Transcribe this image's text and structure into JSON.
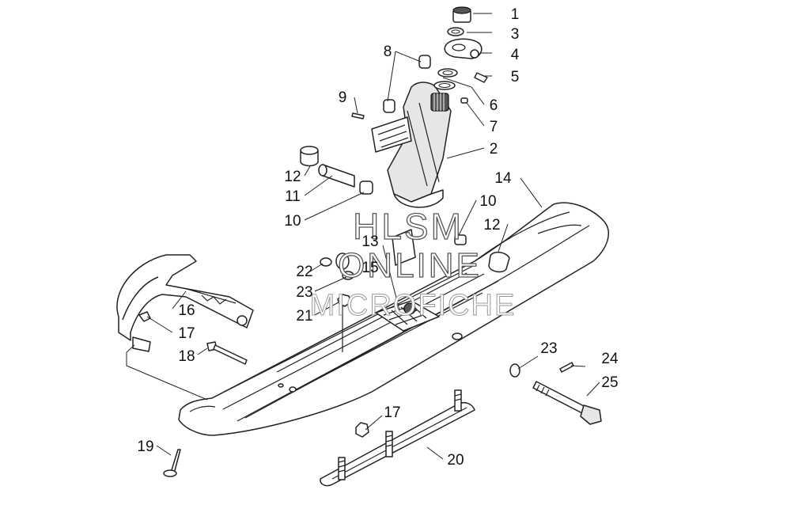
{
  "watermark": {
    "line1": "HLSM",
    "line2": "ONLINE",
    "line3": "MICROFICHE"
  },
  "callouts": [
    {
      "id": "c1",
      "label": "1"
    },
    {
      "id": "c3",
      "label": "3"
    },
    {
      "id": "c4",
      "label": "4"
    },
    {
      "id": "c5",
      "label": "5"
    },
    {
      "id": "c6",
      "label": "6"
    },
    {
      "id": "c7",
      "label": "7"
    },
    {
      "id": "c2",
      "label": "2"
    },
    {
      "id": "c8",
      "label": "8"
    },
    {
      "id": "c9",
      "label": "9"
    },
    {
      "id": "c14",
      "label": "14"
    },
    {
      "id": "c12a",
      "label": "12"
    },
    {
      "id": "c11",
      "label": "11"
    },
    {
      "id": "c10a",
      "label": "10"
    },
    {
      "id": "c10b",
      "label": "10"
    },
    {
      "id": "c12b",
      "label": "12"
    },
    {
      "id": "c13",
      "label": "13"
    },
    {
      "id": "c15",
      "label": "15"
    },
    {
      "id": "c22",
      "label": "22"
    },
    {
      "id": "c23a",
      "label": "23"
    },
    {
      "id": "c21",
      "label": "21"
    },
    {
      "id": "c16",
      "label": "16"
    },
    {
      "id": "c17a",
      "label": "17"
    },
    {
      "id": "c18",
      "label": "18"
    },
    {
      "id": "c23b",
      "label": "23"
    },
    {
      "id": "c24",
      "label": "24"
    },
    {
      "id": "c25",
      "label": "25"
    },
    {
      "id": "c17b",
      "label": "17"
    },
    {
      "id": "c19",
      "label": "19"
    },
    {
      "id": "c20",
      "label": "20"
    }
  ]
}
